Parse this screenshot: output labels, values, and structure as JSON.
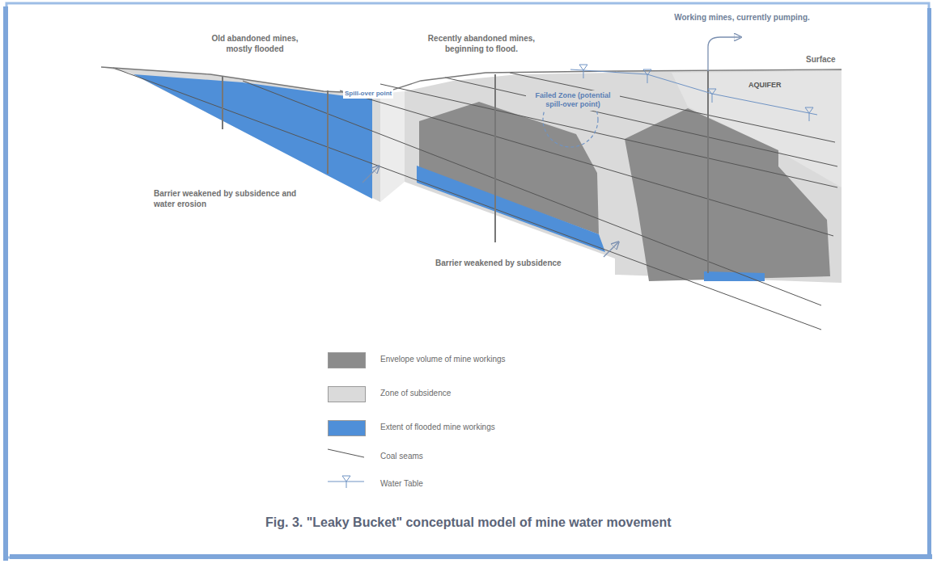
{
  "diagram": {
    "caption": "Fig. 3. \"Leaky Bucket\" conceptual model of mine water movement",
    "labels": [
      "Old abandoned mines, mostly flooded",
      "Recently abandoned mines, beginning to flood.",
      "Working mines, currently pumping.",
      "Surface",
      "AQUIFER",
      "Spill-over point",
      "Failed Zone (potential spill-over point)",
      "Barrier weakened by subsidence and water erosion",
      "Barrier weakened by subsidence"
    ],
    "legend": [
      {
        "text": "Envelope volume of mine workings",
        "color": "#8c8c8c"
      },
      {
        "text": "Zone of subsidence",
        "color": "#dadada"
      },
      {
        "text": "Extent of flooded mine workings",
        "color": "#4f8fd8"
      },
      {
        "text": "Coal seams"
      },
      {
        "text": "Water Table"
      }
    ]
  }
}
